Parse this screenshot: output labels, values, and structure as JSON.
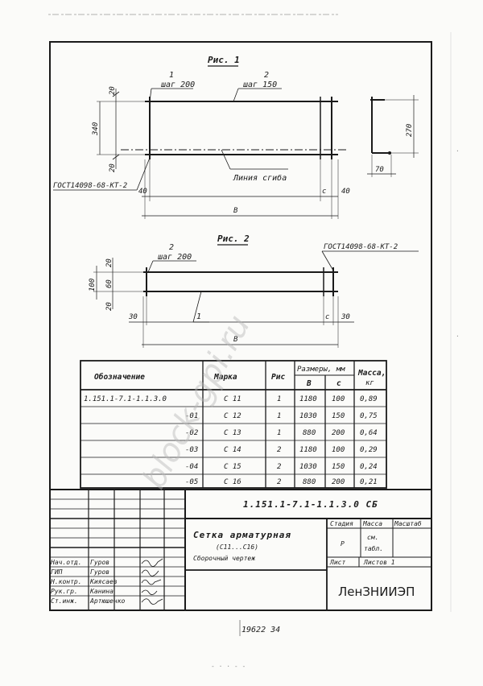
{
  "figures": {
    "fig1": {
      "title": "Рис. 1",
      "label_1": "1",
      "label_2": "2",
      "step_1": "шаг 200",
      "step_2": "шаг 150",
      "bend_line": "Линия сгиба",
      "gost": "ГОСТ14098-68-КТ-2",
      "dim_top": "20",
      "dim_height": "340",
      "dim_bottom": "20",
      "dim_left": "40",
      "dim_c": "с",
      "dim_right": "40",
      "dim_b": "В",
      "side_height": "270",
      "side_width": "70"
    },
    "fig2": {
      "title": "Рис. 2",
      "label_2": "2",
      "step": "шаг 200",
      "label_1": "1",
      "gost": "ГОСТ14098-68-КТ-2",
      "dim_top": "20",
      "dim_mid": "60",
      "dim_bottom": "20",
      "dim_height": "100",
      "dim_left": "30",
      "dim_c": "с",
      "dim_right": "30",
      "dim_b": "В"
    }
  },
  "table": {
    "headers": {
      "designation": "Обозначение",
      "mark": "Марка",
      "fig": "Рис",
      "sizes": "Размеры, мм",
      "b": "В",
      "c": "с",
      "mass": "Масса,",
      "mass_unit": "кг"
    },
    "rows": [
      {
        "designation": "1.151.1-7.1-1.1.3.0",
        "mark": "С 11",
        "fig": "1",
        "b": "1180",
        "c": "100",
        "mass": "0,89"
      },
      {
        "designation": "-01",
        "mark": "С 12",
        "fig": "1",
        "b": "1030",
        "c": "150",
        "mass": "0,75"
      },
      {
        "designation": "-02",
        "mark": "С 13",
        "fig": "1",
        "b": "880",
        "c": "200",
        "mass": "0,64"
      },
      {
        "designation": "-03",
        "mark": "С 14",
        "fig": "2",
        "b": "1180",
        "c": "100",
        "mass": "0,29"
      },
      {
        "designation": "-04",
        "mark": "С 15",
        "fig": "2",
        "b": "1030",
        "c": "150",
        "mass": "0,24"
      },
      {
        "designation": "-05",
        "mark": "С 16",
        "fig": "2",
        "b": "880",
        "c": "200",
        "mass": "0,21"
      }
    ]
  },
  "title_block": {
    "doc_code": "1.151.1-7.1-1.1.3.0 СБ",
    "name_line1": "Сетка арматурная",
    "name_line2": "(С11...С16)",
    "name_line3": "Сборочный чертеж",
    "stage_hdr": "Стадия",
    "mass_hdr": "Масса",
    "scale_hdr": "Масштаб",
    "stage_val": "Р",
    "mass_val1": "см.",
    "mass_val2": "табл.",
    "sheet_lbl": "Лист",
    "sheets_lbl": "Листов 1",
    "org": "ЛенЗНИИЭП",
    "staff": [
      {
        "role": "Нач.отд.",
        "name": "Гуров"
      },
      {
        "role": "ГИП",
        "name": "Гуров"
      },
      {
        "role": "Н.контр.",
        "name": "Киясаев"
      },
      {
        "role": "Рук.гр.",
        "name": "Канина"
      },
      {
        "role": "Ст.инж.",
        "name": "Артюшенко"
      }
    ]
  },
  "footer": {
    "inventory": "19622 34"
  },
  "watermark": "block-gpi.ru"
}
